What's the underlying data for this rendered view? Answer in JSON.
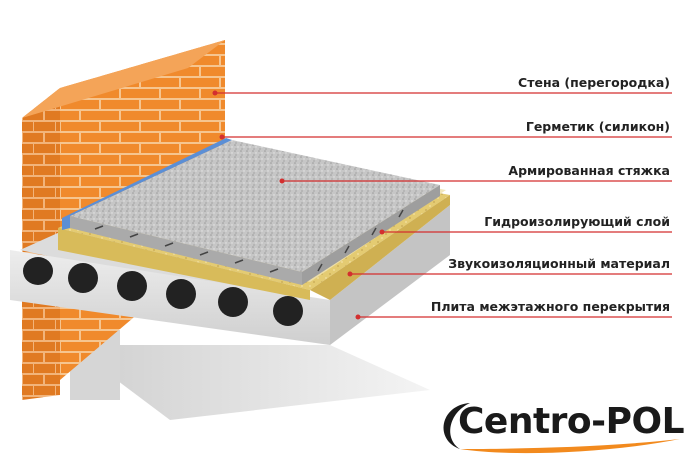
{
  "labels": [
    {
      "id": "wall",
      "text": "Стена (перегородка)"
    },
    {
      "id": "sealant",
      "text": "Герметик (силикон)"
    },
    {
      "id": "screed",
      "text": "Армированная стяжка"
    },
    {
      "id": "waterproof",
      "text": "Гидроизолирующий слой"
    },
    {
      "id": "soundproof",
      "text": "Звукоизоляционный  материал"
    },
    {
      "id": "slab",
      "text": "Плита межэтажного перекрытия"
    }
  ],
  "logo": {
    "text": "Centro-POL"
  },
  "colors": {
    "brick": "#f08a2c",
    "mortar": "#f6c58f",
    "leader": "#d32f2f",
    "screed": "#c9c9c9",
    "insulation": "#e6cf7a",
    "slab": "#e2e2e2",
    "sealant": "#5b8fd6",
    "logo_dark": "#1a1a1a",
    "logo_accent": "#f28a1e"
  },
  "icons": {
    "logo_swoosh": "swoosh-icon"
  }
}
